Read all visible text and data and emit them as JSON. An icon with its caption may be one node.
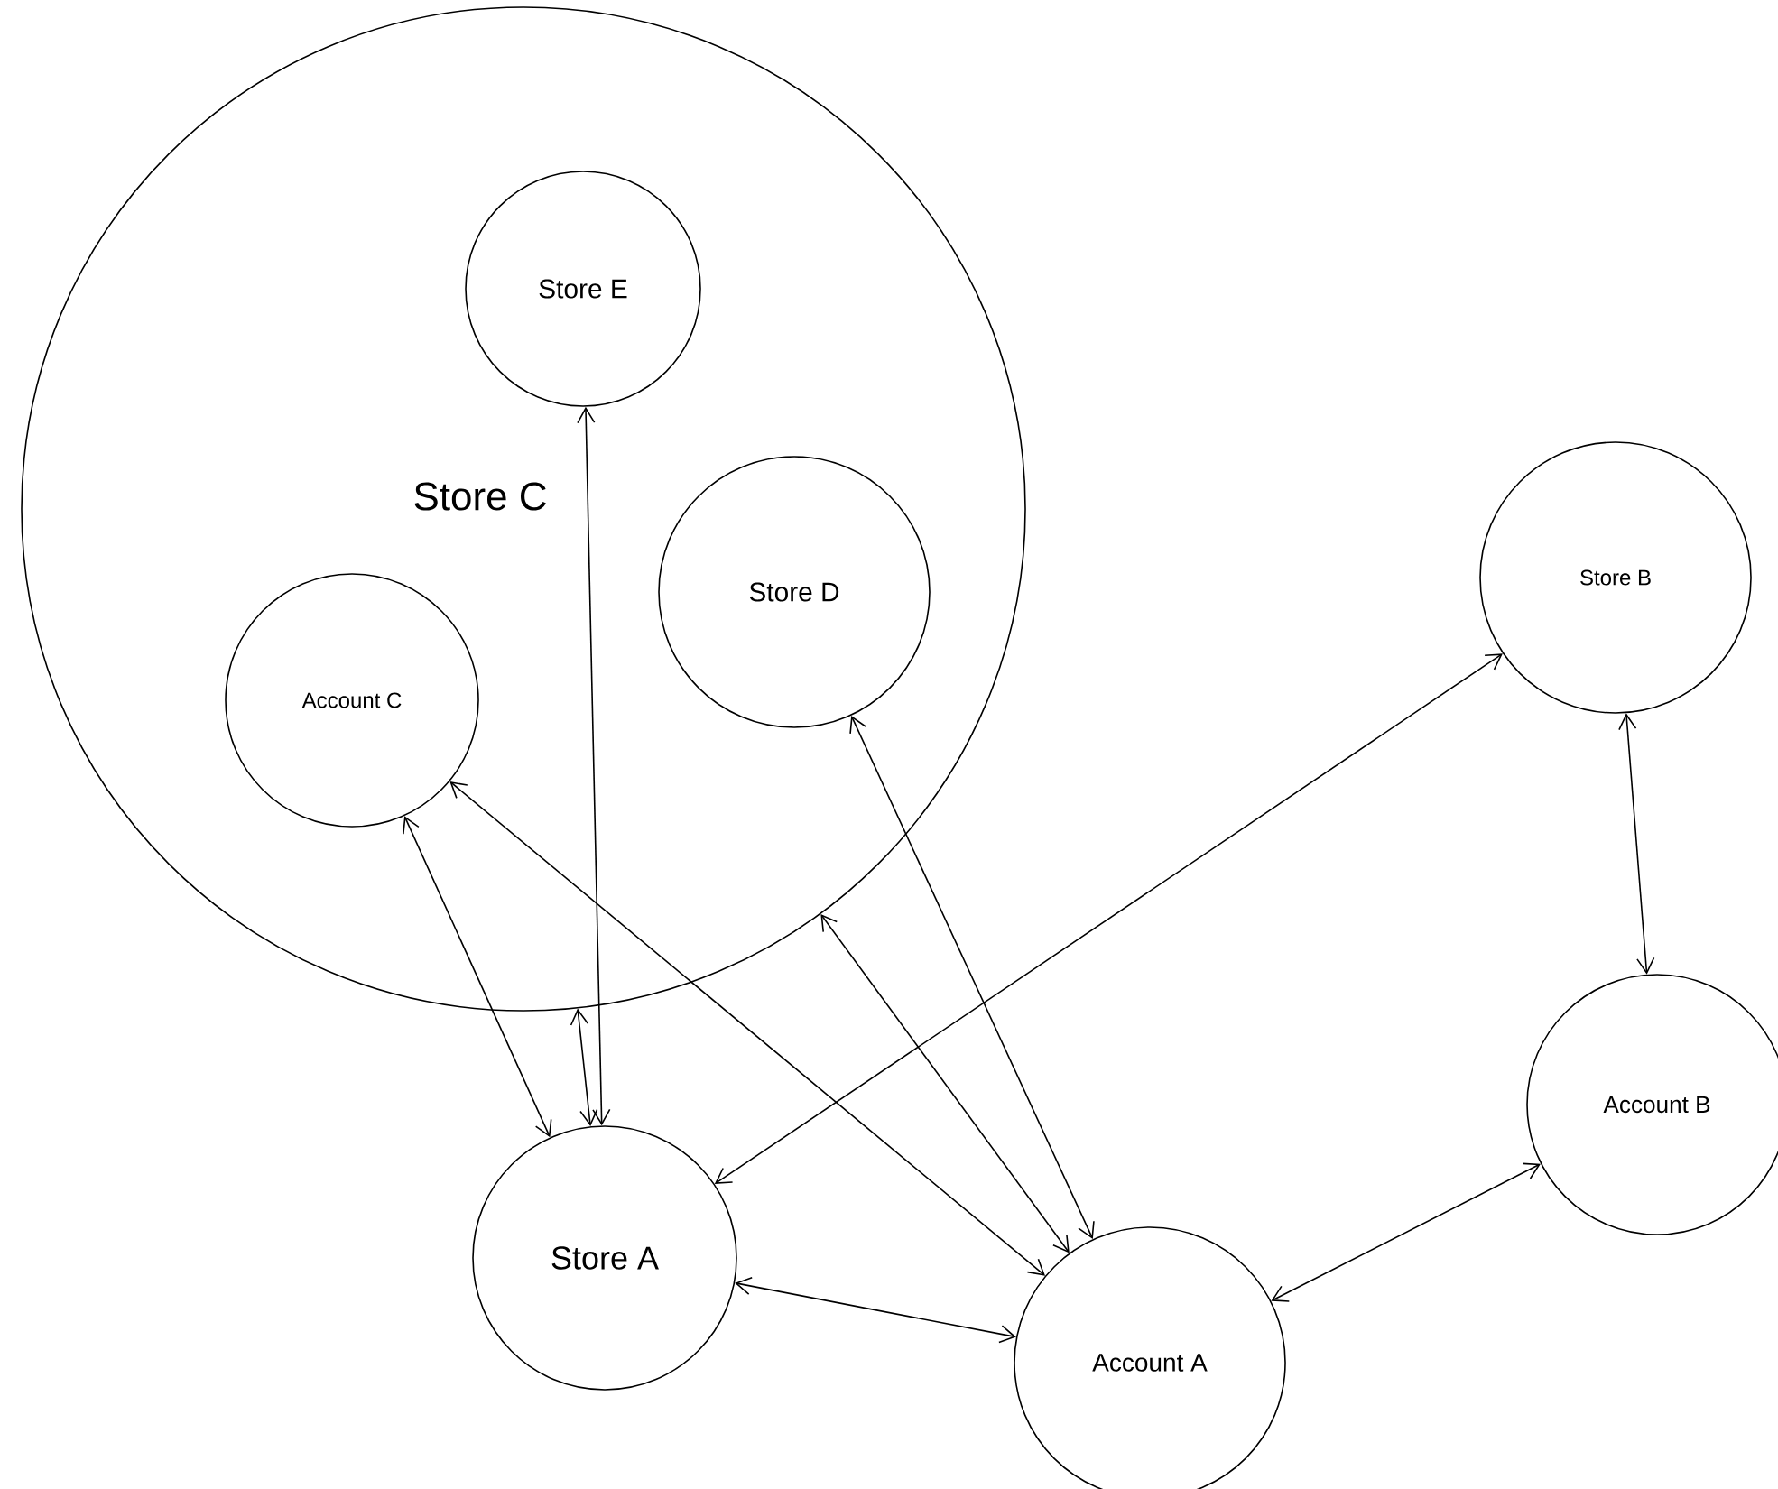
{
  "diagram": {
    "nodes": [
      {
        "text": [
          "Store C"
        ]
      },
      {
        "text": [
          "Store E"
        ],
        "in": 0
      },
      {
        "text": [
          "Store D"
        ],
        "in": 0
      },
      {
        "text": [
          "Account C"
        ],
        "in": 0
      },
      {
        "text": [
          "Store B"
        ]
      },
      {
        "text": [
          "Account B"
        ]
      },
      {
        "text": [
          "Store A"
        ]
      },
      {
        "text": [
          "Account A"
        ]
      }
    ],
    "edges": [
      {
        "from": 6,
        "to": 0,
        "arrow": "both"
      },
      {
        "from": 1,
        "to": 6,
        "arrow": "both"
      },
      {
        "from": 3,
        "to": 6,
        "arrow": "both"
      },
      {
        "from": 3,
        "to": 7,
        "arrow": "both"
      },
      {
        "from": 2,
        "to": 7,
        "arrow": "both"
      },
      {
        "from": 0,
        "to": 7,
        "arrow": "both"
      },
      {
        "from": 4,
        "to": 6,
        "arrow": "both"
      },
      {
        "from": 4,
        "to": 5,
        "arrow": "both"
      },
      {
        "from": 5,
        "to": 7,
        "arrow": "both"
      },
      {
        "from": 6,
        "to": 7,
        "arrow": "both"
      }
    ]
  }
}
